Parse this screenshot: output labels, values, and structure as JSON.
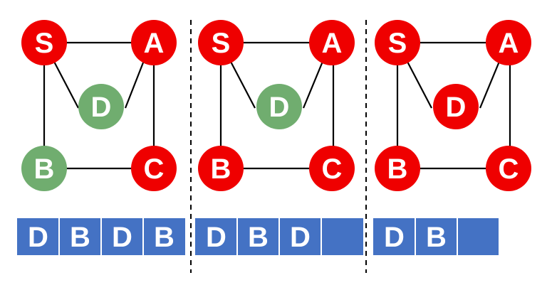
{
  "colors": {
    "visited": "#ef0000",
    "unvisited": "#70ad6f",
    "queue": "#4472c4"
  },
  "panels": [
    {
      "nodes": {
        "S": {
          "label": "S",
          "state": "visited"
        },
        "A": {
          "label": "A",
          "state": "visited"
        },
        "D": {
          "label": "D",
          "state": "unvisited"
        },
        "B": {
          "label": "B",
          "state": "unvisited"
        },
        "C": {
          "label": "C",
          "state": "visited"
        }
      },
      "queue": [
        "D",
        "B",
        "D",
        "B"
      ]
    },
    {
      "nodes": {
        "S": {
          "label": "S",
          "state": "visited"
        },
        "A": {
          "label": "A",
          "state": "visited"
        },
        "D": {
          "label": "D",
          "state": "unvisited"
        },
        "B": {
          "label": "B",
          "state": "visited"
        },
        "C": {
          "label": "C",
          "state": "visited"
        }
      },
      "queue": [
        "D",
        "B",
        "D",
        ""
      ]
    },
    {
      "nodes": {
        "S": {
          "label": "S",
          "state": "visited"
        },
        "A": {
          "label": "A",
          "state": "visited"
        },
        "D": {
          "label": "D",
          "state": "visited"
        },
        "B": {
          "label": "B",
          "state": "visited"
        },
        "C": {
          "label": "C",
          "state": "visited"
        }
      },
      "queue": [
        "D",
        "B",
        ""
      ]
    }
  ]
}
